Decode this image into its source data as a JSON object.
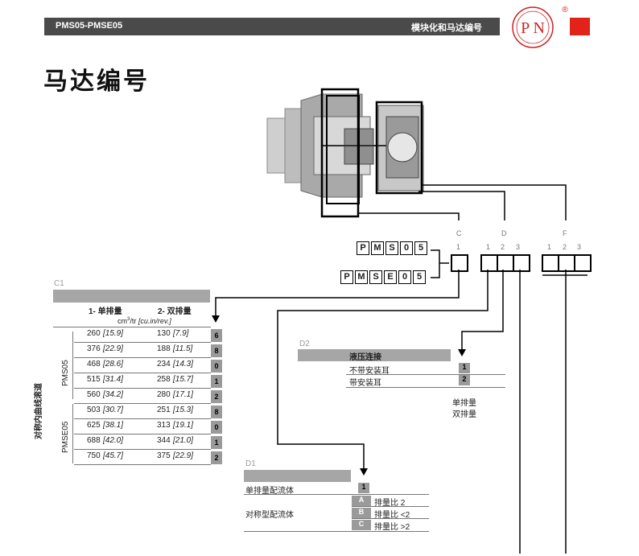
{
  "header": {
    "left": "PMS05-PMSE05",
    "right": "模块化和马达编号"
  },
  "logo": {
    "text": "P N",
    "reg": "®"
  },
  "page_title": "马达编号",
  "labels": {
    "C": "C",
    "D": "D",
    "F": "F",
    "C_sub": "1",
    "D_subs": [
      "1",
      "2",
      "3"
    ],
    "F_subs": [
      "1",
      "2",
      "3"
    ]
  },
  "codes": {
    "pms": [
      "P",
      "M",
      "S",
      "0",
      "5"
    ],
    "pmse": [
      "P",
      "M",
      "S",
      "E",
      "0",
      "5"
    ]
  },
  "c1": {
    "label": "C1",
    "col1": "1- 单排量",
    "col2": "2- 双排量",
    "unit_pre": "cm",
    "unit_sup": "3",
    "unit_post": "/tr ",
    "unit_it": "[cu.in/rev.]",
    "side_label": "对称内曲线滚道",
    "groups": [
      "PMS05",
      "PMSE05"
    ],
    "rows": [
      {
        "v1": "260",
        "i1": "[15.9]",
        "v2": "130",
        "i2": "[7.9]",
        "code": "6"
      },
      {
        "v1": "376",
        "i1": "[22.9]",
        "v2": "188",
        "i2": "[11.5]",
        "code": "8"
      },
      {
        "v1": "468",
        "i1": "[28.6]",
        "v2": "234",
        "i2": "[14.3]",
        "code": "0"
      },
      {
        "v1": "515",
        "i1": "[31.4]",
        "v2": "258",
        "i2": "[15.7]",
        "code": "1"
      },
      {
        "v1": "560",
        "i1": "[34.2]",
        "v2": "280",
        "i2": "[17.1]",
        "code": "2"
      },
      {
        "v1": "503",
        "i1": "[30.7]",
        "v2": "251",
        "i2": "[15.3]",
        "code": "8"
      },
      {
        "v1": "625",
        "i1": "[38.1]",
        "v2": "313",
        "i2": "[19.1]",
        "code": "0"
      },
      {
        "v1": "688",
        "i1": "[42.0]",
        "v2": "344",
        "i2": "[21.0]",
        "code": "1"
      },
      {
        "v1": "750",
        "i1": "[45.7]",
        "v2": "375",
        "i2": "[22.9]",
        "code": "2"
      }
    ]
  },
  "d2": {
    "label": "D2",
    "header": "液压连接",
    "rows": [
      {
        "text": "不带安装耳",
        "code": "1"
      },
      {
        "text": "带安装耳",
        "code": "2"
      }
    ],
    "notes": [
      "单排量",
      "双排量"
    ]
  },
  "d1": {
    "label": "D1",
    "row1": {
      "text": "单排量配流体",
      "code": "1"
    },
    "row2_text": "对称型配流体",
    "subrows": [
      {
        "code": "A",
        "text": "排量比 2"
      },
      {
        "code": "B",
        "text": "排量比 <2"
      },
      {
        "code": "C",
        "text": "排量比 >2"
      }
    ]
  }
}
